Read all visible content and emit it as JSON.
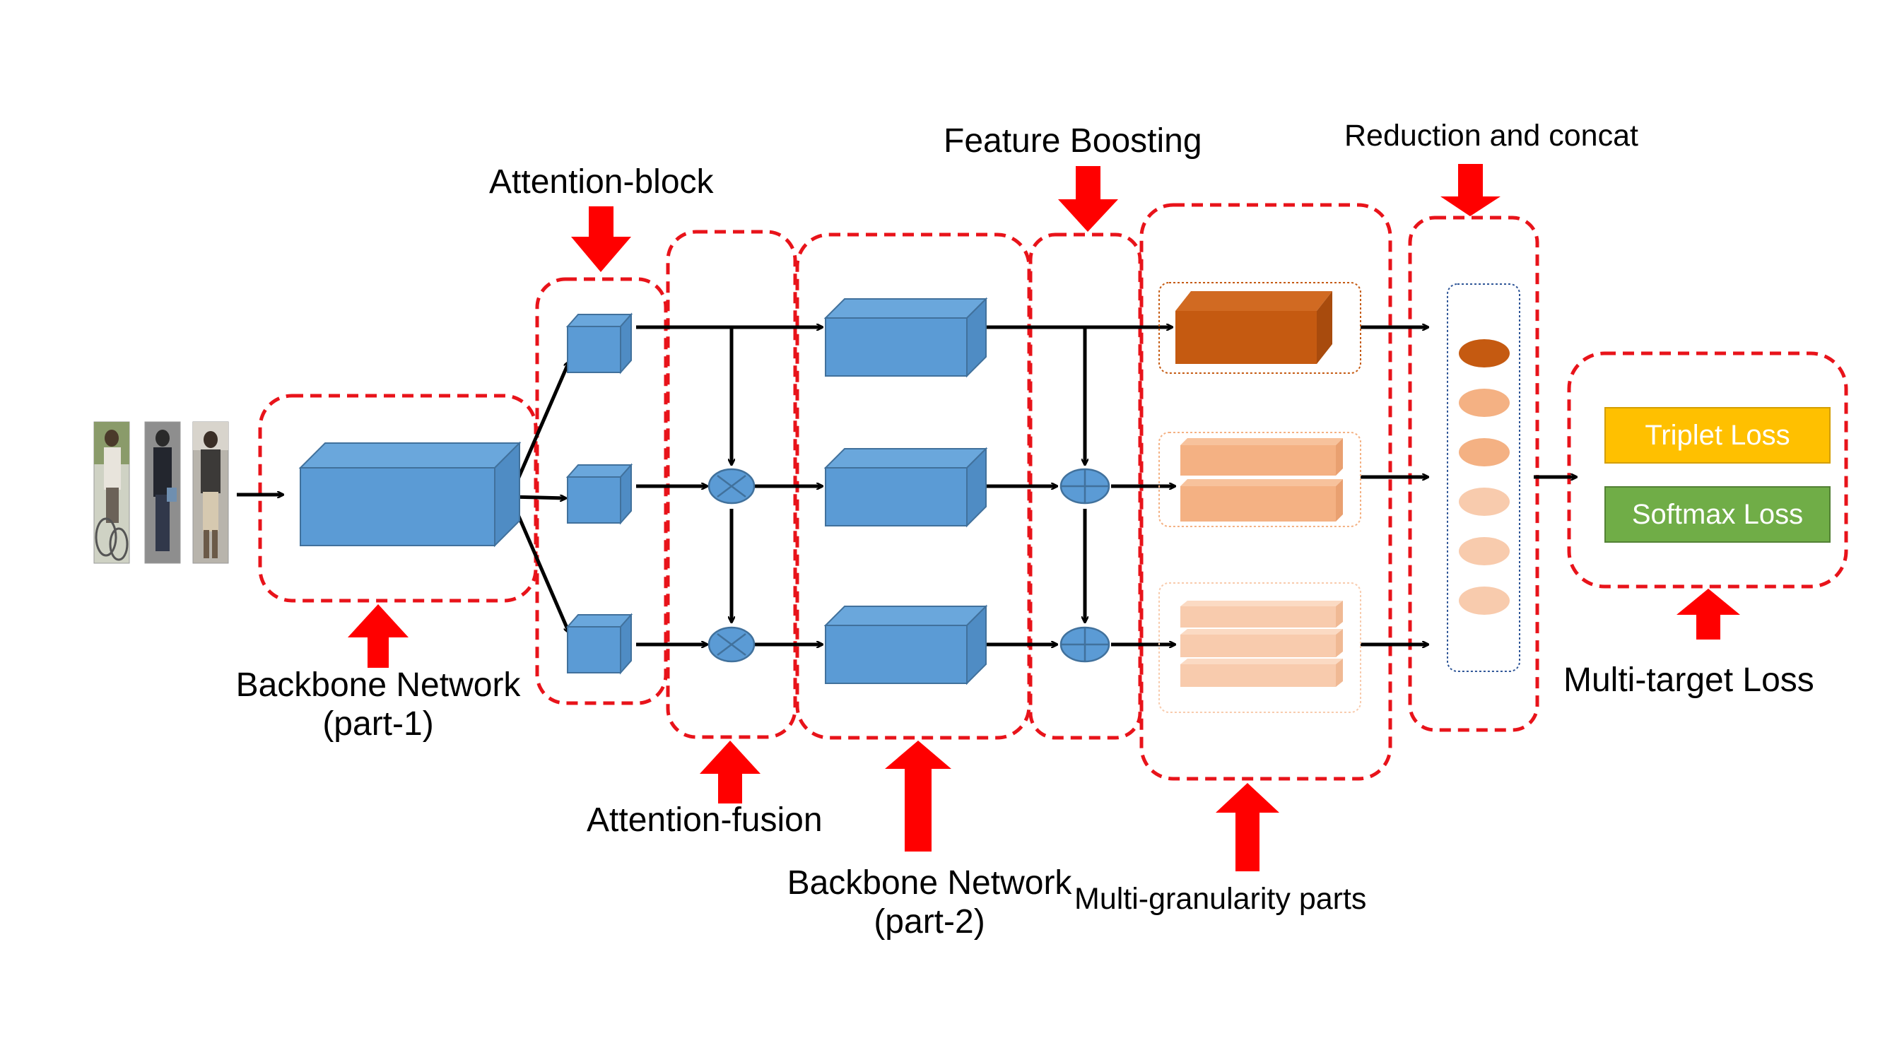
{
  "labels": {
    "attention_block": "Attention-block",
    "feature_boosting": "Feature Boosting",
    "reduction_concat": "Reduction and concat",
    "backbone_part1_line1": "Backbone Network",
    "backbone_part1_line2": "(part-1)",
    "attention_fusion": "Attention-fusion",
    "backbone_part2_line1": "Backbone Network",
    "backbone_part2_line2": "(part-2)",
    "multi_granularity": "Multi-granularity parts",
    "multi_target_loss": "Multi-target Loss"
  },
  "losses": {
    "triplet": "Triplet Loss",
    "softmax": "Softmax Loss"
  },
  "colors": {
    "dashed_border": "#e8131a",
    "red_arrow": "#ff0000",
    "block_blue": "#5b9bd5",
    "block_blue_stroke": "#41719c",
    "part_dark": "#c55a11",
    "part_mid": "#f4b183",
    "part_light": "#f8cbad",
    "triplet_fill": "#ffc000",
    "softmax_fill": "#70ad47"
  }
}
